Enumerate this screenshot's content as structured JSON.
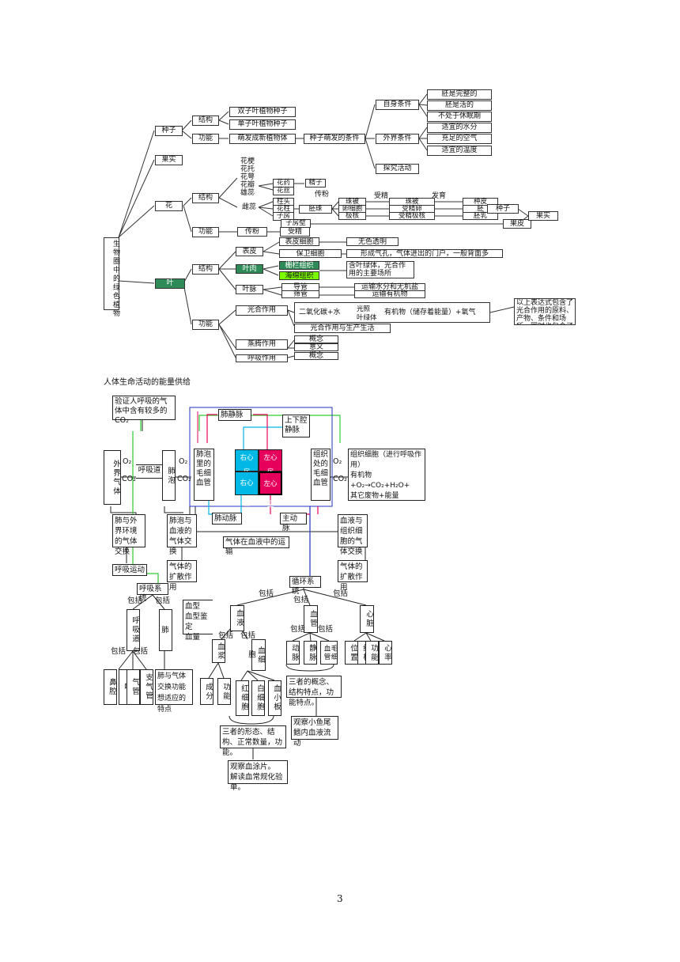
{
  "plant": {
    "root": "生物圈中的绿色植物",
    "seed": "种子",
    "fruit": "果实",
    "flower": "花",
    "leaf": "叶",
    "structure": "结构",
    "function": "功能",
    "seed_dicot": "双子叶植物种子",
    "seed_monocot": "单子叶植物种子",
    "seed_dev": "萌发成新植物体",
    "germ_cond": "种子萌发的条件",
    "self_cond": "自身条件",
    "ext_cond": "外界条件",
    "explore": "探究活动",
    "embryo_complete": "胚是完整的",
    "embryo_alive": "胚是活的",
    "not_dormant": "不处于休眠期",
    "water": "适宜的水分",
    "air": "充足的空气",
    "temp": "适宜的温度",
    "flower_parts": "花梗\n花托\n花萼\n花瓣\n雄蕊",
    "pistil": "雌蕊",
    "anther": "花药",
    "filament": "花丝",
    "pollen": "精子",
    "pollination": "传粉",
    "stigma": "柱头",
    "style": "花柱",
    "ovary": "子房",
    "ovule": "胚珠",
    "fertilize": "受精",
    "develop": "发育",
    "integument": "珠被",
    "egg": "卵细胞",
    "polar": "极核",
    "zygote": "受精卵",
    "endo": "受精极核",
    "seed_coat": "种皮",
    "embryo": "胚",
    "endosperm": "胚乳",
    "seed2": "种子",
    "fruit_wall": "果皮",
    "fruit2": "果实",
    "ovary_wall": "子房壁",
    "func_pollination": "传粉",
    "func_fert": "受精",
    "epidermis": "表皮",
    "epi_cell": "表皮细胞",
    "epi_desc": "无色透明",
    "guard_cell": "保卫细胞",
    "guard_desc": "形成气孔，气体进出的门户，一般背面多",
    "mesophyll": "叶肉",
    "palisade": "栅栏组织",
    "spongy": "海绵组织",
    "meso_desc": "含叶绿体，光合作用的主要场所",
    "vein": "叶脉",
    "xylem": "导管",
    "phloem": "筛管",
    "xylem_desc": "运输水分和无机盐",
    "phloem_desc": "运输有机物",
    "photosyn": "光合作用",
    "eq_left": "二氧化碳+水",
    "eq_light": "光照",
    "eq_chloro": "叶绿体",
    "eq_right": "有机物（储存着能量）+氧气",
    "eq_note": "以上表达式包含了光合作用的原料、产物、条件和场所，同时也包含了概念和",
    "photosyn_life": "光合作用与生产生活",
    "transp": "蒸腾作用",
    "concept": "概念",
    "meaning": "意义",
    "resp": "呼吸作用",
    "concept2": "概念"
  },
  "human": {
    "title": "人体生命活动的能量供给",
    "verify": "验证人呼吸的气体中含有较多的CO₂",
    "outside": "外界气体",
    "o2": "O₂",
    "co2": "CO₂",
    "airway": "呼吸道",
    "alveoli": "肺泡",
    "alv_cap": "肺泡里的毛细血管",
    "pulm_vein": "肺静脉",
    "vena_cava": "上下腔静脉",
    "ra": "右心房",
    "la": "左心房",
    "rv": "右心室",
    "lv": "左心室",
    "pulm_art": "肺动脉",
    "aorta": "主动脉",
    "tissue_cap": "组织处的毛细血管",
    "tissue_cell": "组织细胞（进行呼吸作用）\n有机物+O₂→CO₂+H₂O+\n其它废物+能量",
    "lung_ext": "肺与外界环境的气体交换",
    "alv_blood": "肺泡与血液的气体交换",
    "transport": "气体在血液中的运输",
    "blood_tissue": "血液与组织细胞的气体交换",
    "resp_move": "呼吸运动",
    "diffusion": "气体的扩散作用",
    "diffusion2": "气体的扩散作用",
    "resp_sys": "呼吸系统",
    "circ_sys": "循环系统",
    "include": "包括",
    "resp_tract": "呼吸道",
    "lung": "肺",
    "nose": "鼻腔",
    "pharynx": "咽",
    "trachea": "气管",
    "bronchi": "支气管",
    "lung_desc": "肺与气体交换功能想适应的特点",
    "blood": "血液",
    "blood_type": "血型\n血型鉴定\n血量",
    "plasma": "血浆",
    "cells": "血细胞",
    "composition": "成分",
    "function": "功能",
    "rbc": "红细胞",
    "wbc": "白细胞",
    "platelet": "血小板",
    "three_desc": "三者的形态、结构、正常数量，功能。",
    "smear": "观察血涂片。\n解读血常规化验单。",
    "vessels": "血管",
    "artery": "动脉",
    "vein": "静脉",
    "capillary": "毛细血管",
    "vessel_desc": "三者的概念、结构特点，功能特点。",
    "fish": "观察小鱼尾鳍内血液流动",
    "heart": "心脏",
    "position": "位置",
    "structure": "结构",
    "heart_func": "功能",
    "heart_rate": "心率"
  },
  "page_number": "3"
}
